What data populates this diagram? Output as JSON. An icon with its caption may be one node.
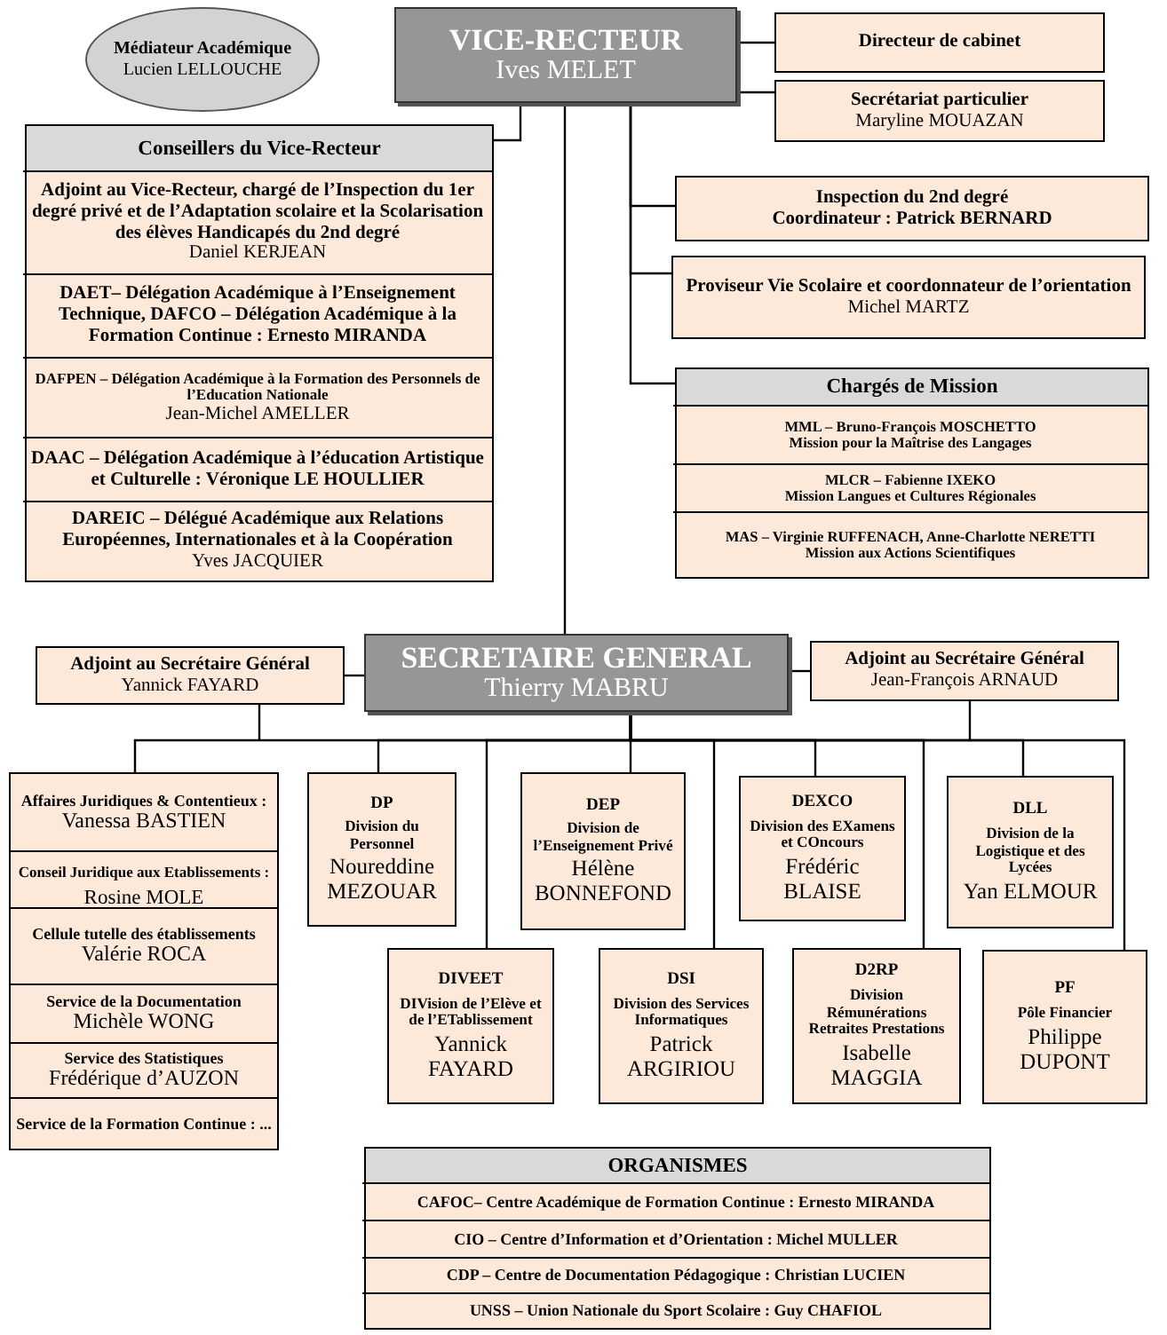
{
  "diagram": {
    "nodes": [
      {
        "text": [
          "Médiateur Académique",
          "Lucien LELLOUCHE"
        ]
      },
      {
        "text": [
          "VICE-RECTEUR",
          "Ives MELET"
        ]
      },
      {
        "text": [
          "Directeur de cabinet"
        ]
      },
      {
        "text": [
          "Secrétariat particulier",
          "Maryline MOUAZAN"
        ]
      },
      {
        "text": [
          "Conseillers du Vice-Recteur"
        ]
      },
      {
        "text": [
          "Adjoint au Vice-Recteur, chargé de l’Inspection du 1er degré privé et de l’Adaptation scolaire et la Scolarisation des élèves Handicapés du 2nd degré",
          "Daniel KERJEAN"
        ],
        "in": 4
      },
      {
        "text": [
          "DAET– Délégation Académique à l’Enseignement Technique, DAFCO – Délégation Académique à la Formation Continue : Ernesto MIRANDA"
        ],
        "in": 4
      },
      {
        "text": [
          "DAFPEN – Délégation Académique à la Formation des Personnels de l’Education Nationale",
          "Jean-Michel AMELLER"
        ],
        "in": 4
      },
      {
        "text": [
          "DAAC – Délégation Académique à l’éducation Artistique et Culturelle : Véronique LE HOULLIER"
        ],
        "in": 4
      },
      {
        "text": [
          "DAREIC – Délégué Académique aux Relations Européennes, Internationales et à la Coopération",
          "Yves JACQUIER"
        ],
        "in": 4
      },
      {
        "text": [
          "Inspection du 2nd degré",
          "Coordinateur : Patrick BERNARD"
        ]
      },
      {
        "text": [
          "Proviseur Vie Scolaire et coordonnateur de l’orientation",
          "Michel MARTZ"
        ]
      },
      {
        "text": [
          "Chargés de Mission"
        ]
      },
      {
        "text": [
          "MML – Bruno-François MOSCHETTO",
          "Mission pour la Maîtrise des Langages"
        ],
        "in": 12
      },
      {
        "text": [
          "MLCR – Fabienne IXEKO",
          "Mission Langues et Cultures Régionales"
        ],
        "in": 12
      },
      {
        "text": [
          "MAS – Virginie RUFFENACH, Anne-Charlotte NERETTI",
          "Mission aux Actions Scientifiques"
        ],
        "in": 12
      },
      {
        "text": [
          "SECRETAIRE GENERAL",
          "Thierry MABRU"
        ]
      },
      {
        "text": [
          "Adjoint au Secrétaire Général",
          "Yannick FAYARD"
        ]
      },
      {
        "text": [
          "Adjoint au Secrétaire Général",
          "Jean-François ARNAUD"
        ]
      },
      {
        "text": [
          "Affaires Juridiques & Contentieux :",
          "Vanessa BASTIEN"
        ]
      },
      {
        "text": [
          "Conseil Juridique aux Etablissements :",
          "Rosine MOLE"
        ]
      },
      {
        "text": [
          "Cellule tutelle des établissements",
          "Valérie ROCA"
        ]
      },
      {
        "text": [
          "Service de la Documentation",
          "Michèle WONG"
        ]
      },
      {
        "text": [
          "Service des Statistiques",
          "Frédérique d’AUZON"
        ]
      },
      {
        "text": [
          "Service de la Formation Continue : ..."
        ]
      },
      {
        "text": [
          "DP",
          "Division du Personnel",
          "Noureddine MEZOUAR"
        ]
      },
      {
        "text": [
          "DEP",
          "Division de l’Enseignement Privé",
          "Hélène BONNEFOND"
        ]
      },
      {
        "text": [
          "DEXCO",
          "Division des EXamens et COncours",
          "Frédéric BLAISE"
        ]
      },
      {
        "text": [
          "DLL",
          "Division de la Logistique et des Lycées",
          "Yan ELMOUR"
        ]
      },
      {
        "text": [
          "DIVEET",
          "DIVision de l’Elève et de l’ETablissement",
          "Yannick FAYARD"
        ]
      },
      {
        "text": [
          "DSI",
          "Division des Services Informatiques",
          "Patrick ARGIRIOU"
        ]
      },
      {
        "text": [
          "D2RP",
          "Division Rémunérations Retraites Prestations",
          "Isabelle MAGGIA"
        ]
      },
      {
        "text": [
          "PF",
          "Pôle Financier",
          "Philippe DUPONT"
        ]
      },
      {
        "text": [
          "ORGANISMES"
        ]
      },
      {
        "text": [
          "CAFOC– Centre Académique de Formation Continue : Ernesto MIRANDA"
        ],
        "in": 33
      },
      {
        "text": [
          "CIO – Centre d’Information et d’Orientation : Michel MULLER"
        ],
        "in": 33
      },
      {
        "text": [
          "CDP – Centre de Documentation Pédagogique : Christian LUCIEN"
        ],
        "in": 33
      },
      {
        "text": [
          "UNSS – Union Nationale du Sport Scolaire : Guy CHAFIOL"
        ],
        "in": 33
      }
    ],
    "edges": [
      {
        "from": 1,
        "to": 4,
        "arrow": "none"
      },
      {
        "from": 1,
        "to": 2,
        "arrow": "none"
      },
      {
        "from": 1,
        "to": 3,
        "arrow": "none"
      },
      {
        "from": 1,
        "to": 10,
        "arrow": "none"
      },
      {
        "from": 1,
        "to": 11,
        "arrow": "none"
      },
      {
        "from": 1,
        "to": 12,
        "arrow": "none"
      },
      {
        "from": 1,
        "to": 16,
        "arrow": "none"
      },
      {
        "from": 16,
        "to": 17,
        "arrow": "none"
      },
      {
        "from": 16,
        "to": 18,
        "arrow": "none"
      },
      {
        "from": 17,
        "to": null,
        "arrow": "none"
      },
      {
        "from": 18,
        "to": null,
        "arrow": "none"
      },
      {
        "from": 16,
        "to": 19,
        "arrow": "none"
      },
      {
        "from": 16,
        "to": 25,
        "arrow": "none"
      },
      {
        "from": 16,
        "to": 26,
        "arrow": "none"
      },
      {
        "from": 16,
        "to": 27,
        "arrow": "none"
      },
      {
        "from": 16,
        "to": 28,
        "arrow": "none"
      },
      {
        "from": 16,
        "to": 29,
        "arrow": "none"
      },
      {
        "from": 16,
        "to": 30,
        "arrow": "none"
      },
      {
        "from": 16,
        "to": 31,
        "arrow": "none"
      },
      {
        "from": 16,
        "to": 32,
        "arrow": "none"
      }
    ]
  }
}
